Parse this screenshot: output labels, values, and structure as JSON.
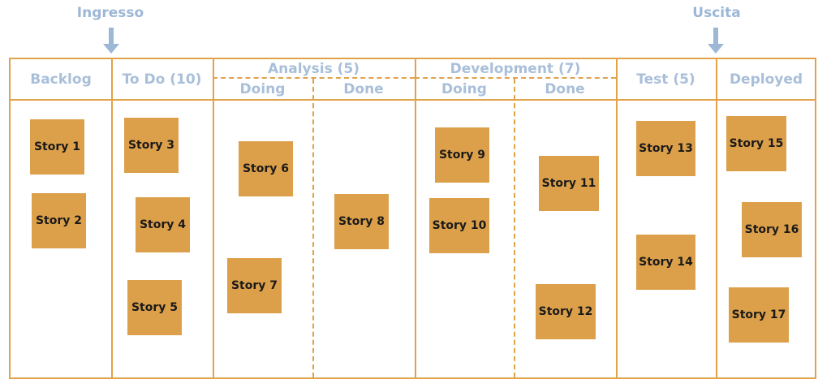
{
  "markers": {
    "entry": "Ingresso",
    "exit": "Uscita"
  },
  "columns": {
    "backlog": "Backlog",
    "todo": "To Do (10)",
    "analysis": "Analysis (5)",
    "analysis_doing": "Doing",
    "analysis_done": "Done",
    "development": "Development (7)",
    "development_doing": "Doing",
    "development_done": "Done",
    "test": "Test (5)",
    "deployed": "Deployed"
  },
  "stories": [
    "Story 1",
    "Story 2",
    "Story 3",
    "Story 4",
    "Story 5",
    "Story 6",
    "Story 7",
    "Story 8",
    "Story 9",
    "Story 10",
    "Story 11",
    "Story 12",
    "Story 13",
    "Story 14",
    "Story 15",
    "Story 16",
    "Story 17"
  ],
  "colors": {
    "border": "#e1a24a",
    "card": "#dda04a",
    "header_text": "#a9bfd9",
    "marker": "#9db7d6"
  }
}
